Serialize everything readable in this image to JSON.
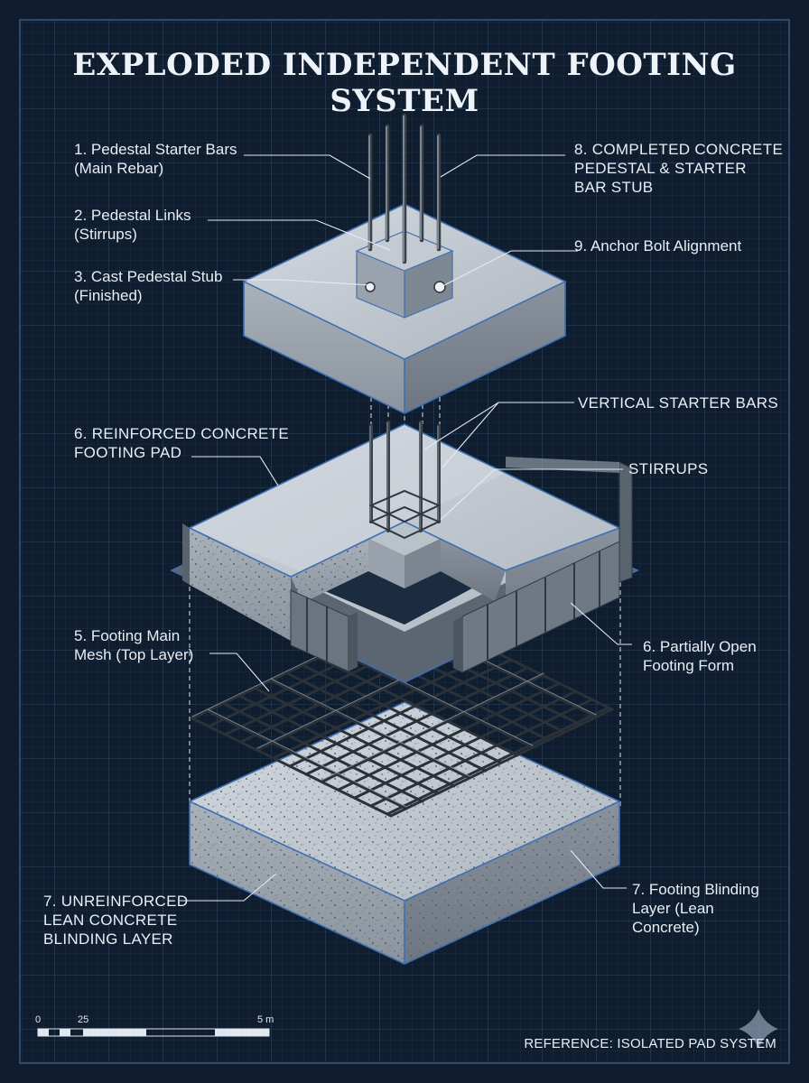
{
  "title": "EXPLODED INDEPENDENT FOOTING SYSTEM",
  "labels": {
    "pedestal_starter_bars": "1. Pedestal Starter Bars\n(Main Rebar)",
    "pedestal_links": "2. Pedestal Links\n(Stirrups)",
    "cast_pedestal_stub": "3. Cast Pedestal Stub\n(Finished)",
    "completed_pedestal": "8. COMPLETED CONCRETE\nPEDESTAL & STARTER\nBAR STUB",
    "anchor_bolt": "9. Anchor Bolt Alignment",
    "vertical_starter_bars": "VERTICAL STARTER BARS",
    "stirrups": "STIRRUPS",
    "footing_pad": "6. REINFORCED CONCRETE\nFOOTING PAD",
    "footing_mesh": "5. Footing Main\nMesh (Top Layer)",
    "footing_form": "6. Partially Open\nFooting Form",
    "lean_concrete": "7. UNREINFORCED\nLEAN CONCRETE\nBLINDING LAYER",
    "blinding_layer": "7. Footing Blinding\nLayer (Lean\nConcrete)"
  },
  "scale_bar": {
    "start": "0",
    "mid": "25",
    "end": "5 m"
  },
  "reference": "REFERENCE: ISOLATED PAD SYSTEM",
  "colors": {
    "background": "#0f1d2e",
    "grid": "#22384f",
    "concrete_light": "#c9d0d7",
    "concrete_dark": "#7f8a95",
    "outline": "#3f6fb3",
    "text": "#e8eef6"
  }
}
